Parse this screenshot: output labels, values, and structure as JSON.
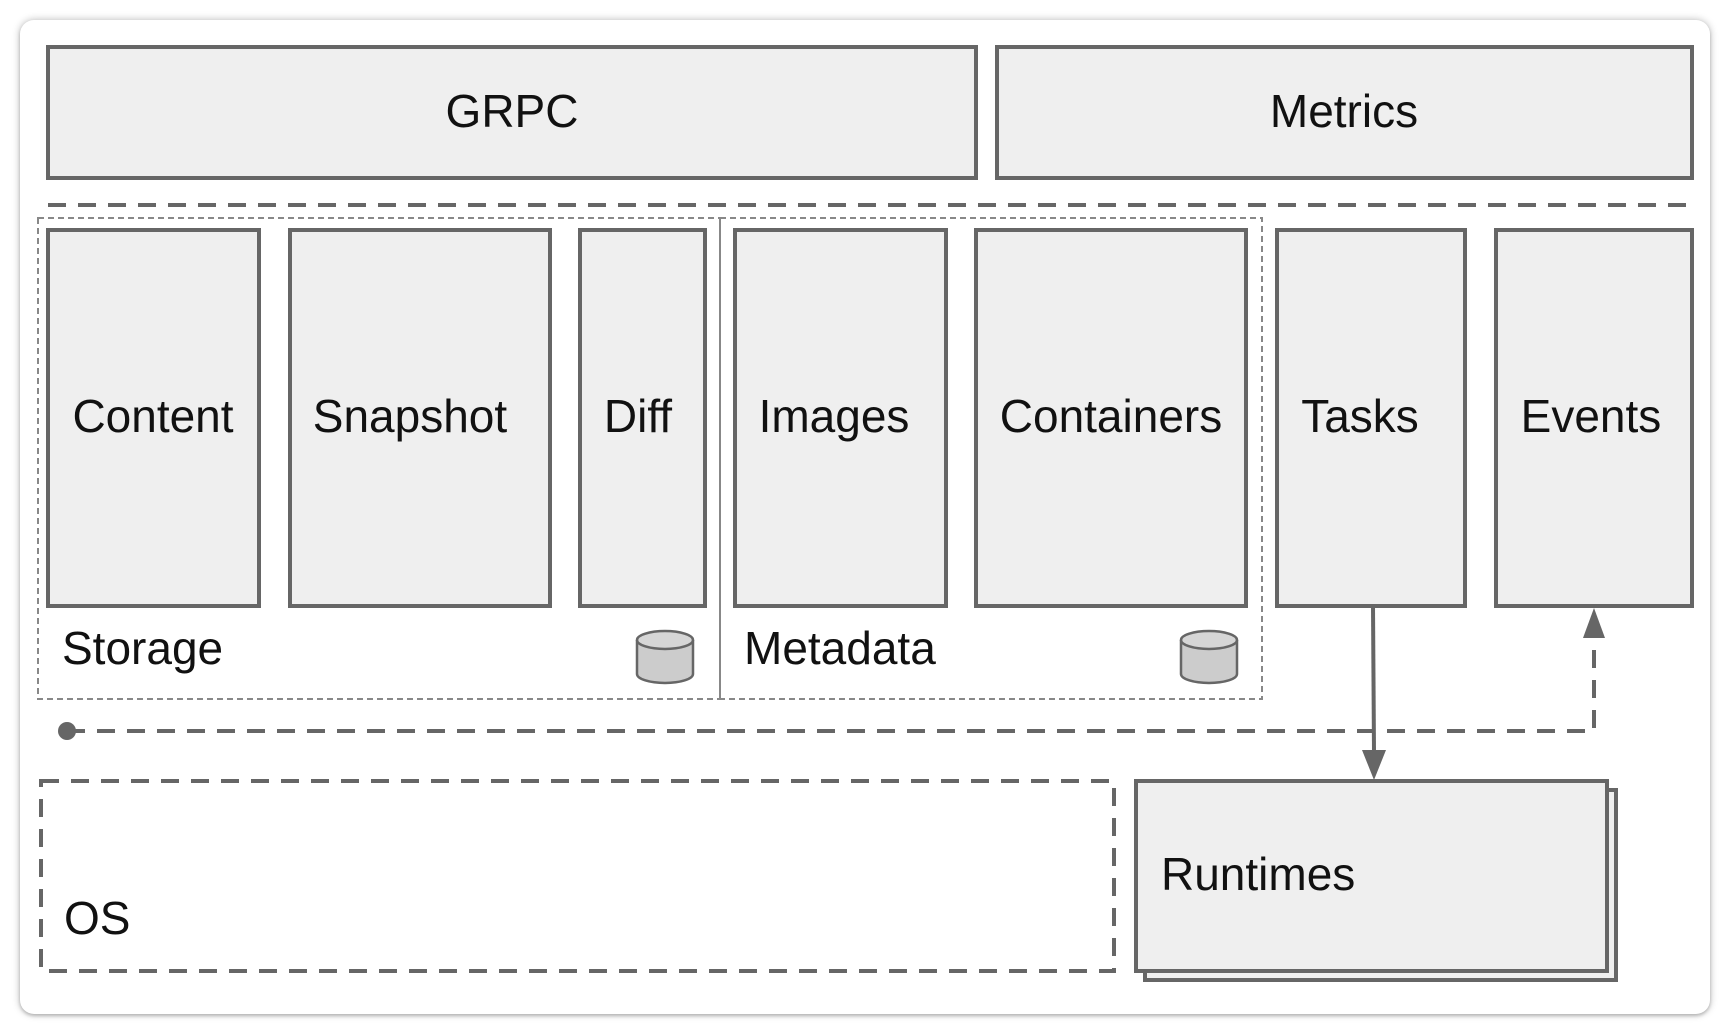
{
  "colors": {
    "box_fill": "#efefef",
    "stroke": "#666666",
    "text": "#111111",
    "icon_fill": "#cccccc"
  },
  "top": {
    "grpc": "GRPC",
    "metrics": "Metrics"
  },
  "services": {
    "content": "Content",
    "snapshot": "Snapshot",
    "diff": "Diff",
    "images": "Images",
    "containers": "Containers",
    "tasks": "Tasks",
    "events": "Events"
  },
  "groups": {
    "storage": "Storage",
    "metadata": "Metadata"
  },
  "bottom": {
    "os": "OS",
    "runtimes": "Runtimes"
  },
  "icons": [
    "database-icon",
    "database-icon"
  ]
}
